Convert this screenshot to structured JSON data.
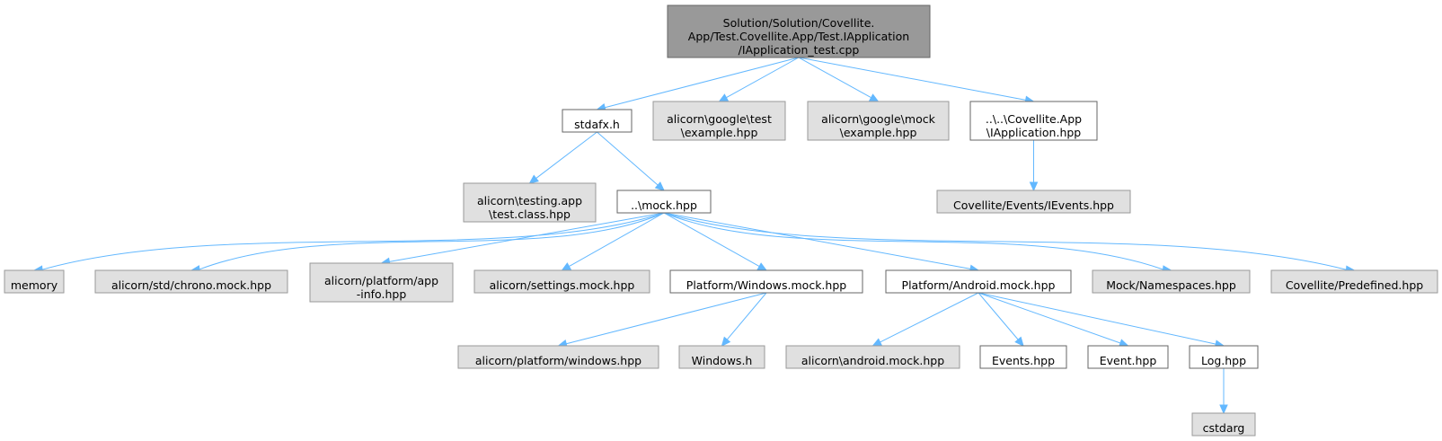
{
  "colors": {
    "root_fill": "#999999",
    "root_stroke": "#666666",
    "external_fill": "#e0e0e0",
    "external_stroke": "#999999",
    "internal_fill": "#ffffff",
    "internal_stroke": "#666666",
    "edge": "#63b8ff"
  },
  "nodes": [
    {
      "id": "root",
      "kind": "root",
      "lines": [
        "Solution/Solution/Covellite.",
        "App/Test.Covellite.App/Test.IApplication",
        "/IApplication_test.cpp"
      ]
    },
    {
      "id": "stdafx",
      "kind": "internal",
      "lines": [
        "stdafx.h"
      ]
    },
    {
      "id": "gtest",
      "kind": "external",
      "lines": [
        "alicorn\\google\\test",
        "\\example.hpp"
      ]
    },
    {
      "id": "gmock",
      "kind": "external",
      "lines": [
        "alicorn\\google\\mock",
        "\\example.hpp"
      ]
    },
    {
      "id": "iapp",
      "kind": "internal",
      "lines": [
        "..\\..\\Covellite.App",
        "\\IApplication.hpp"
      ]
    },
    {
      "id": "testing",
      "kind": "external",
      "lines": [
        "alicorn\\testing.app",
        "\\test.class.hpp"
      ]
    },
    {
      "id": "mock",
      "kind": "internal",
      "lines": [
        "..\\mock.hpp"
      ]
    },
    {
      "id": "ievents",
      "kind": "external",
      "lines": [
        "Covellite/Events/IEvents.hpp"
      ]
    },
    {
      "id": "memory",
      "kind": "external",
      "lines": [
        "memory"
      ]
    },
    {
      "id": "chrono",
      "kind": "external",
      "lines": [
        "alicorn/std/chrono.mock.hpp"
      ]
    },
    {
      "id": "appinfo",
      "kind": "external",
      "lines": [
        "alicorn/platform/app",
        "-info.hpp"
      ]
    },
    {
      "id": "settings",
      "kind": "external",
      "lines": [
        "alicorn/settings.mock.hpp"
      ]
    },
    {
      "id": "winmock",
      "kind": "internal",
      "lines": [
        "Platform/Windows.mock.hpp"
      ]
    },
    {
      "id": "andmock",
      "kind": "internal",
      "lines": [
        "Platform/Android.mock.hpp"
      ]
    },
    {
      "id": "namespaces",
      "kind": "external",
      "lines": [
        "Mock/Namespaces.hpp"
      ]
    },
    {
      "id": "predefined",
      "kind": "external",
      "lines": [
        "Covellite/Predefined.hpp"
      ]
    },
    {
      "id": "platwin",
      "kind": "external",
      "lines": [
        "alicorn/platform/windows.hpp"
      ]
    },
    {
      "id": "windowsh",
      "kind": "external",
      "lines": [
        "Windows.h"
      ]
    },
    {
      "id": "androidmock",
      "kind": "external",
      "lines": [
        "alicorn\\android.mock.hpp"
      ]
    },
    {
      "id": "eventshpp",
      "kind": "internal",
      "lines": [
        "Events.hpp"
      ]
    },
    {
      "id": "eventhpp",
      "kind": "internal",
      "lines": [
        "Event.hpp"
      ]
    },
    {
      "id": "loghpp",
      "kind": "internal",
      "lines": [
        "Log.hpp"
      ]
    },
    {
      "id": "cstdarg",
      "kind": "external",
      "lines": [
        "cstdarg"
      ]
    }
  ],
  "edges": [
    [
      "root",
      "stdafx"
    ],
    [
      "root",
      "gtest"
    ],
    [
      "root",
      "gmock"
    ],
    [
      "root",
      "iapp"
    ],
    [
      "stdafx",
      "testing"
    ],
    [
      "stdafx",
      "mock"
    ],
    [
      "iapp",
      "ievents"
    ],
    [
      "mock",
      "memory"
    ],
    [
      "mock",
      "chrono"
    ],
    [
      "mock",
      "appinfo"
    ],
    [
      "mock",
      "settings"
    ],
    [
      "mock",
      "winmock"
    ],
    [
      "mock",
      "andmock"
    ],
    [
      "mock",
      "namespaces"
    ],
    [
      "mock",
      "predefined"
    ],
    [
      "winmock",
      "platwin"
    ],
    [
      "winmock",
      "windowsh"
    ],
    [
      "andmock",
      "androidmock"
    ],
    [
      "andmock",
      "eventshpp"
    ],
    [
      "andmock",
      "eventhpp"
    ],
    [
      "andmock",
      "loghpp"
    ],
    [
      "loghpp",
      "cstdarg"
    ]
  ]
}
